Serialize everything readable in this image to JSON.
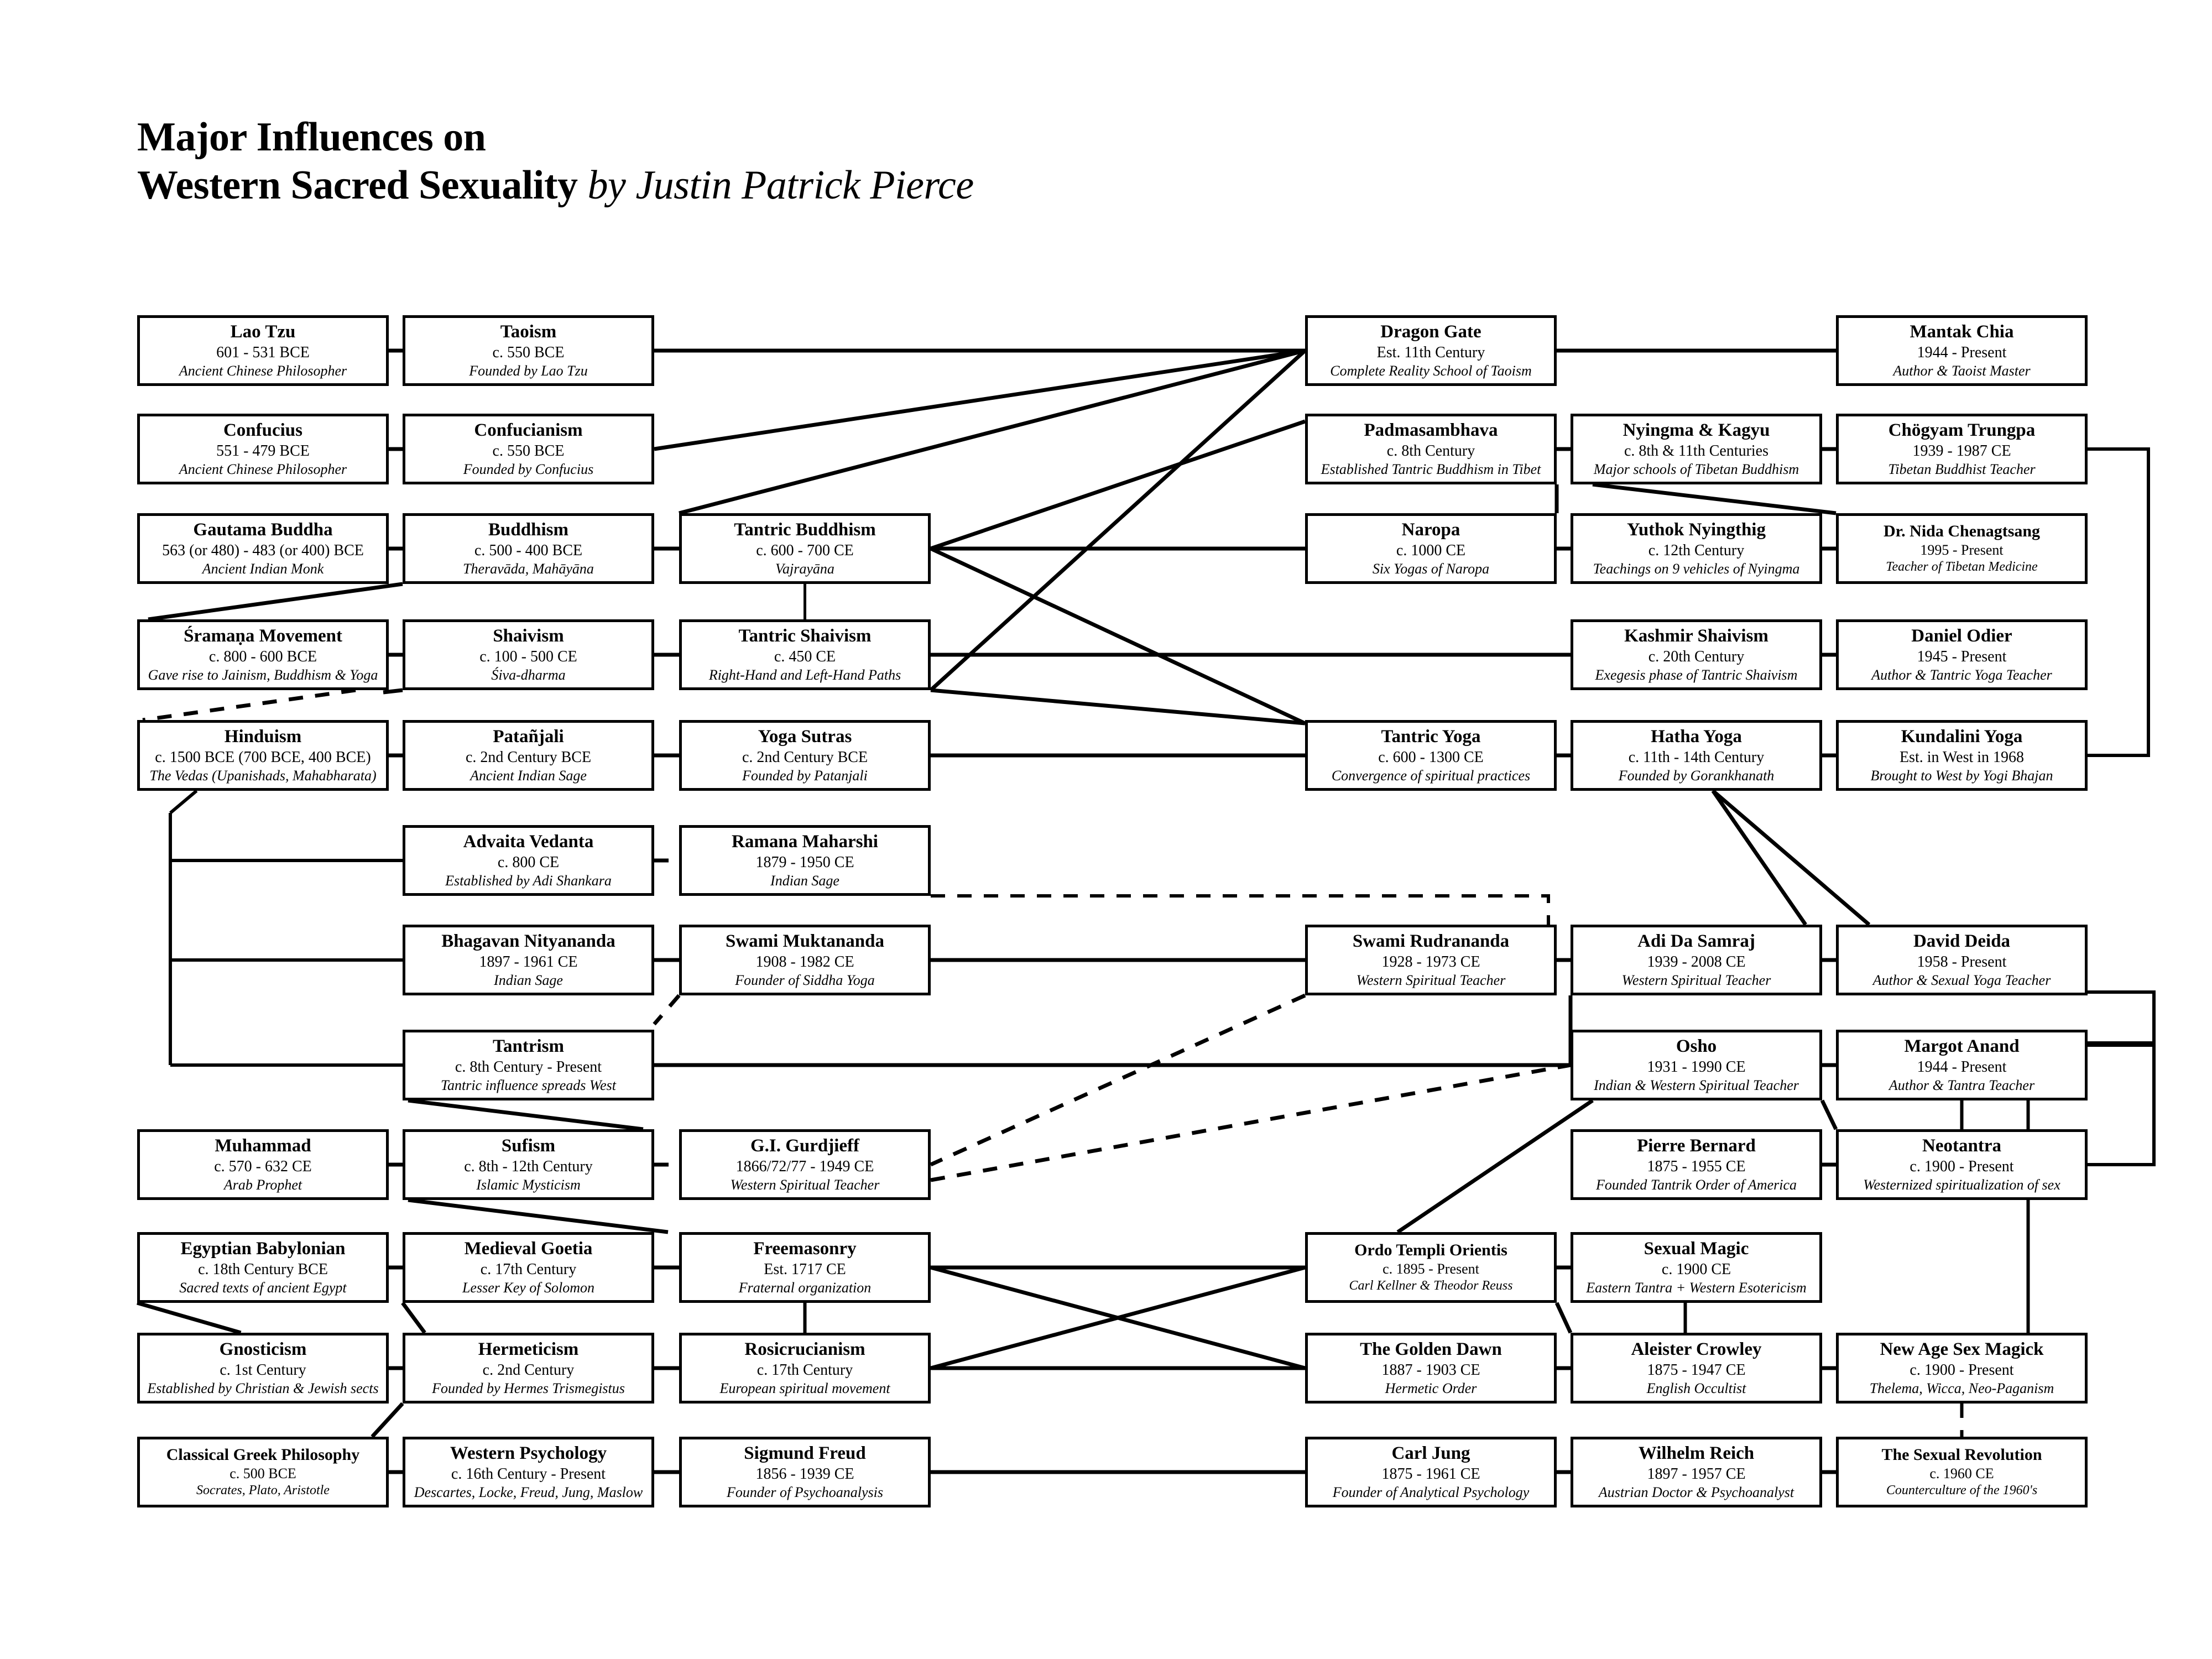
{
  "title": {
    "line1": "Major Influences on",
    "line2_bold": "Western Sacred Sexuality",
    "line2_italic": " by Justin Patrick Pierce"
  },
  "diagram": {
    "type": "influence-flowchart",
    "columns": 6,
    "edge_styles": [
      "solid",
      "dashed"
    ],
    "nodes": [
      {
        "id": "lao-tzu",
        "title": "Lao Tzu",
        "dates": "601 - 531 BCE",
        "desc": "Ancient Chinese Philosopher",
        "col": 1,
        "row": 1
      },
      {
        "id": "taoism",
        "title": "Taoism",
        "dates": "c. 550 BCE",
        "desc": "Founded by Lao Tzu",
        "col": 2,
        "row": 1
      },
      {
        "id": "dragon-gate",
        "title": "Dragon Gate",
        "dates": "Est. 11th Century",
        "desc": "Complete Reality School of Taoism",
        "col": 4,
        "row": 1
      },
      {
        "id": "mantak-chia",
        "title": "Mantak Chia",
        "dates": "1944 - Present",
        "desc": "Author & Taoist Master",
        "col": 6,
        "row": 1
      },
      {
        "id": "confucius",
        "title": "Confucius",
        "dates": "551 - 479 BCE",
        "desc": "Ancient Chinese Philosopher",
        "col": 1,
        "row": 2
      },
      {
        "id": "confucianism",
        "title": "Confucianism",
        "dates": "c. 550 BCE",
        "desc": "Founded by Confucius",
        "col": 2,
        "row": 2
      },
      {
        "id": "padmasambhava",
        "title": "Padmasambhava",
        "dates": "c. 8th Century",
        "desc": "Established Tantric Buddhism in Tibet",
        "col": 4,
        "row": 2
      },
      {
        "id": "nyingma-kagyu",
        "title": "Nyingma & Kagyu",
        "dates": "c. 8th & 11th Centuries",
        "desc": "Major schools of Tibetan Buddhism",
        "col": 5,
        "row": 2
      },
      {
        "id": "chogyam-trungpa",
        "title": "Chögyam Trungpa",
        "dates": "1939 - 1987 CE",
        "desc": "Tibetan Buddhist Teacher",
        "col": 6,
        "row": 2
      },
      {
        "id": "gautama-buddha",
        "title": "Gautama Buddha",
        "dates": "563 (or 480) - 483 (or 400) BCE",
        "desc": "Ancient Indian Monk",
        "col": 1,
        "row": 3
      },
      {
        "id": "buddhism",
        "title": "Buddhism",
        "dates": "c. 500 - 400 BCE",
        "desc": "Theravāda, Mahāyāna",
        "col": 2,
        "row": 3
      },
      {
        "id": "tantric-buddhism",
        "title": "Tantric Buddhism",
        "dates": "c. 600 - 700 CE",
        "desc": "Vajrayāna",
        "col": 3,
        "row": 3
      },
      {
        "id": "naropa",
        "title": "Naropa",
        "dates": "c. 1000 CE",
        "desc": "Six Yogas of Naropa",
        "col": 4,
        "row": 3
      },
      {
        "id": "yuthok-nyingthig",
        "title": "Yuthok Nyingthig",
        "dates": "c. 12th Century",
        "desc": "Teachings on 9 vehicles of Nyingma",
        "col": 5,
        "row": 3
      },
      {
        "id": "nida-chenagtsang",
        "title": "Dr. Nida Chenagtsang",
        "dates": "1995 - Present",
        "desc": "Teacher of Tibetan Medicine",
        "col": 6,
        "row": 3
      },
      {
        "id": "sramana-movement",
        "title": "Śramaṇa Movement",
        "dates": "c. 800 - 600 BCE",
        "desc": "Gave rise to Jainism, Buddhism & Yoga",
        "col": 1,
        "row": 4
      },
      {
        "id": "shaivism",
        "title": "Shaivism",
        "dates": "c. 100 - 500 CE",
        "desc": "Śiva-dharma",
        "col": 2,
        "row": 4
      },
      {
        "id": "tantric-shaivism",
        "title": "Tantric Shaivism",
        "dates": "c. 450 CE",
        "desc": "Right-Hand and Left-Hand Paths",
        "col": 3,
        "row": 4
      },
      {
        "id": "kashmir-shaivism",
        "title": "Kashmir Shaivism",
        "dates": "c. 20th Century",
        "desc": "Exegesis phase of Tantric Shaivism",
        "col": 5,
        "row": 4
      },
      {
        "id": "daniel-odier",
        "title": "Daniel Odier",
        "dates": "1945 - Present",
        "desc": "Author & Tantric Yoga Teacher",
        "col": 6,
        "row": 4
      },
      {
        "id": "hinduism",
        "title": "Hinduism",
        "dates": "c. 1500 BCE (700 BCE, 400 BCE)",
        "desc": "The Vedas (Upanishads, Mahabharata)",
        "col": 1,
        "row": 5
      },
      {
        "id": "patanjali",
        "title": "Patañjali",
        "dates": "c. 2nd Century BCE",
        "desc": "Ancient Indian Sage",
        "col": 2,
        "row": 5
      },
      {
        "id": "yoga-sutras",
        "title": "Yoga Sutras",
        "dates": "c. 2nd Century BCE",
        "desc": "Founded by Patanjali",
        "col": 3,
        "row": 5
      },
      {
        "id": "tantric-yoga",
        "title": "Tantric Yoga",
        "dates": "c. 600 - 1300 CE",
        "desc": "Convergence of spiritual practices",
        "col": 4,
        "row": 5
      },
      {
        "id": "hatha-yoga",
        "title": "Hatha Yoga",
        "dates": "c. 11th - 14th Century",
        "desc": "Founded by Gorankhanath",
        "col": 5,
        "row": 5
      },
      {
        "id": "kundalini-yoga",
        "title": "Kundalini Yoga",
        "dates": "Est. in West in 1968",
        "desc": "Brought to West by Yogi Bhajan",
        "col": 6,
        "row": 5
      },
      {
        "id": "advaita-vedanta",
        "title": "Advaita Vedanta",
        "dates": "c. 800 CE",
        "desc": "Established by Adi Shankara",
        "col": 2,
        "row": 6
      },
      {
        "id": "ramana-maharshi",
        "title": "Ramana Maharshi",
        "dates": "1879 - 1950 CE",
        "desc": "Indian Sage",
        "col": 3,
        "row": 6
      },
      {
        "id": "bhagavan-nityananda",
        "title": "Bhagavan Nityananda",
        "dates": "1897 - 1961 CE",
        "desc": "Indian Sage",
        "col": 2,
        "row": 7
      },
      {
        "id": "swami-muktananda",
        "title": "Swami Muktananda",
        "dates": "1908 - 1982 CE",
        "desc": "Founder of Siddha Yoga",
        "col": 3,
        "row": 7
      },
      {
        "id": "swami-rudrananda",
        "title": "Swami Rudrananda",
        "dates": "1928 - 1973 CE",
        "desc": "Western Spiritual Teacher",
        "col": 4,
        "row": 7
      },
      {
        "id": "adi-da-samraj",
        "title": "Adi Da Samraj",
        "dates": "1939 - 2008 CE",
        "desc": "Western Spiritual Teacher",
        "col": 5,
        "row": 7
      },
      {
        "id": "david-deida",
        "title": "David Deida",
        "dates": "1958 - Present",
        "desc": "Author & Sexual Yoga Teacher",
        "col": 6,
        "row": 7
      },
      {
        "id": "tantrism",
        "title": "Tantrism",
        "dates": "c. 8th Century - Present",
        "desc": "Tantric influence spreads West",
        "col": 2,
        "row": 8
      },
      {
        "id": "osho",
        "title": "Osho",
        "dates": "1931 - 1990 CE",
        "desc": "Indian & Western Spiritual Teacher",
        "col": 5,
        "row": 8
      },
      {
        "id": "margot-anand",
        "title": "Margot Anand",
        "dates": "1944 - Present",
        "desc": "Author & Tantra Teacher",
        "col": 6,
        "row": 8
      },
      {
        "id": "muhammad",
        "title": "Muhammad",
        "dates": "c. 570 - 632 CE",
        "desc": "Arab Prophet",
        "col": 1,
        "row": 9
      },
      {
        "id": "sufism",
        "title": "Sufism",
        "dates": "c. 8th - 12th Century",
        "desc": "Islamic Mysticism",
        "col": 2,
        "row": 9
      },
      {
        "id": "gi-gurdjieff",
        "title": "G.I. Gurdjieff",
        "dates": "1866/72/77 - 1949 CE",
        "desc": "Western Spiritual Teacher",
        "col": 3,
        "row": 9
      },
      {
        "id": "pierre-bernard",
        "title": "Pierre Bernard",
        "dates": "1875 - 1955 CE",
        "desc": "Founded Tantrik Order of America",
        "col": 5,
        "row": 9
      },
      {
        "id": "neotantra",
        "title": "Neotantra",
        "dates": "c. 1900 - Present",
        "desc": "Westernized spiritualization of sex",
        "col": 6,
        "row": 9
      },
      {
        "id": "egyptian-babylonian",
        "title": "Egyptian Babylonian",
        "dates": "c. 18th Century BCE",
        "desc": "Sacred texts of ancient Egypt",
        "col": 1,
        "row": 10
      },
      {
        "id": "medieval-goetia",
        "title": "Medieval Goetia",
        "dates": "c. 17th Century",
        "desc": "Lesser Key of Solomon",
        "col": 2,
        "row": 10
      },
      {
        "id": "freemasonry",
        "title": "Freemasonry",
        "dates": "Est. 1717 CE",
        "desc": "Fraternal organization",
        "col": 3,
        "row": 10
      },
      {
        "id": "ordo-templi-orientis",
        "title": "Ordo Templi Orientis",
        "dates": "c. 1895 - Present",
        "desc": "Carl Kellner & Theodor Reuss",
        "col": 4,
        "row": 10
      },
      {
        "id": "sexual-magic",
        "title": "Sexual Magic",
        "dates": "c. 1900 CE",
        "desc": "Eastern Tantra + Western Esotericism",
        "col": 5,
        "row": 10
      },
      {
        "id": "gnosticism",
        "title": "Gnosticism",
        "dates": "c. 1st Century",
        "desc": "Established by Christian & Jewish sects",
        "col": 1,
        "row": 11
      },
      {
        "id": "hermeticism",
        "title": "Hermeticism",
        "dates": "c. 2nd Century",
        "desc": "Founded by Hermes Trismegistus",
        "col": 2,
        "row": 11
      },
      {
        "id": "rosicrucianism",
        "title": "Rosicrucianism",
        "dates": "c. 17th Century",
        "desc": "European spiritual movement",
        "col": 3,
        "row": 11
      },
      {
        "id": "the-golden-dawn",
        "title": "The Golden Dawn",
        "dates": "1887 - 1903 CE",
        "desc": "Hermetic Order",
        "col": 4,
        "row": 11
      },
      {
        "id": "aleister-crowley",
        "title": "Aleister Crowley",
        "dates": "1875 - 1947 CE",
        "desc": "English Occultist",
        "col": 5,
        "row": 11
      },
      {
        "id": "new-age-sex-magick",
        "title": "New Age Sex Magick",
        "dates": "c. 1900 - Present",
        "desc": "Thelema, Wicca, Neo-Paganism",
        "col": 6,
        "row": 11
      },
      {
        "id": "classical-greek-philosophy",
        "title": "Classical Greek Philosophy",
        "dates": "c. 500 BCE",
        "desc": "Socrates, Plato, Aristotle",
        "col": 1,
        "row": 12
      },
      {
        "id": "western-psychology",
        "title": "Western Psychology",
        "dates": "c. 16th Century - Present",
        "desc": "Descartes, Locke, Freud, Jung, Maslow",
        "col": 2,
        "row": 12
      },
      {
        "id": "sigmund-freud",
        "title": "Sigmund Freud",
        "dates": "1856 - 1939 CE",
        "desc": "Founder of Psychoanalysis",
        "col": 3,
        "row": 12
      },
      {
        "id": "carl-jung",
        "title": "Carl Jung",
        "dates": "1875 - 1961 CE",
        "desc": "Founder of Analytical Psychology",
        "col": 4,
        "row": 12
      },
      {
        "id": "wilhelm-reich",
        "title": "Wilhelm Reich",
        "dates": "1897 - 1957 CE",
        "desc": "Austrian Doctor & Psychoanalyst",
        "col": 5,
        "row": 12
      },
      {
        "id": "the-sexual-revolution",
        "title": "The Sexual Revolution",
        "dates": "c. 1960 CE",
        "desc": "Counterculture of the 1960's",
        "col": 6,
        "row": 12
      }
    ]
  }
}
